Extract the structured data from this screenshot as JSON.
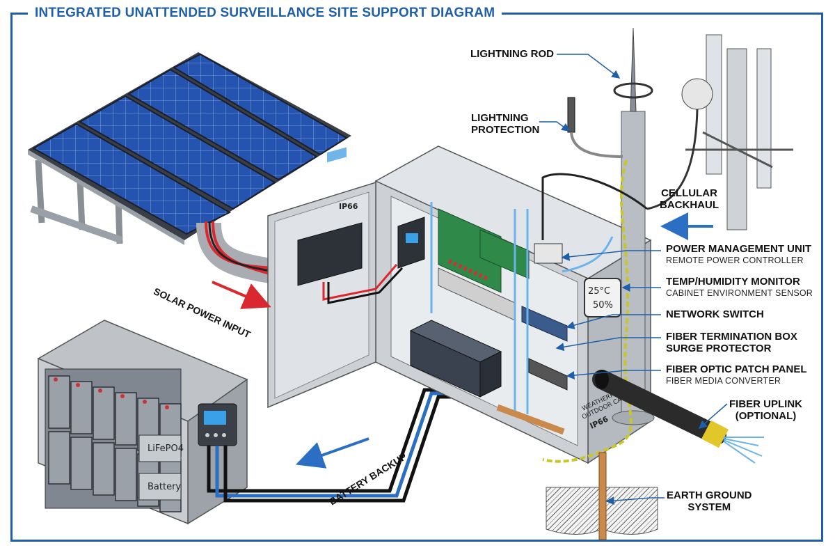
{
  "title": "INTEGRATED UNATTENDED SURVEILLANCE SITE SUPPORT DIAGRAM",
  "colors": {
    "frame": "#1f5fa8",
    "flow_arrow_blue": "#2a6fc4",
    "flow_arrow_red": "#d9282f",
    "solar_panel": "#1e4fa6",
    "cabinet": "#cfd3d8",
    "ground_wire": "#c7c62a",
    "fiber_cable": "#2b2b2b",
    "copper": "#c98a4b"
  },
  "labels": {
    "lightning_rod": "LIGHTNING ROD",
    "lightning_protection": [
      "LIGHTNING",
      "PROTECTION"
    ],
    "cellular_backhaul": [
      "CELLULAR",
      "BACKHAUL"
    ],
    "power_management": {
      "main": "POWER MANAGEMENT UNIT",
      "sub": "REMOTE POWER CONTROLLER"
    },
    "temp_humidity": {
      "main": "TEMP/HUMIDITY MONITOR",
      "sub": "CABINET ENVIRONMENT SENSOR"
    },
    "network_switch": "NETWORK SWITCH",
    "fiber_termination": [
      "FIBER TERMINATION BOX",
      "SURGE PROTECTOR"
    ],
    "fiber_patch": {
      "main": "FIBER OPTIC PATCH PANEL",
      "sub": "FIBER MEDIA CONVERTER"
    },
    "fiber_uplink": [
      "FIBER UPLINK",
      "(OPTIONAL)"
    ],
    "earth_ground": [
      "EARTH GROUND",
      "SYSTEM"
    ],
    "solar_power_input": "SOLAR POWER INPUT",
    "battery_backup": "BATTERY BACKUP"
  },
  "component_text": {
    "door_rating": "IP66",
    "cabinet_rating": [
      "WEATHERPROOF",
      "OUTDOOR CABINET",
      "IP66"
    ],
    "battery_chem": "LiFePO4",
    "battery_word": "Battery",
    "sensor_temp": "25°C",
    "sensor_hum": "50%"
  }
}
